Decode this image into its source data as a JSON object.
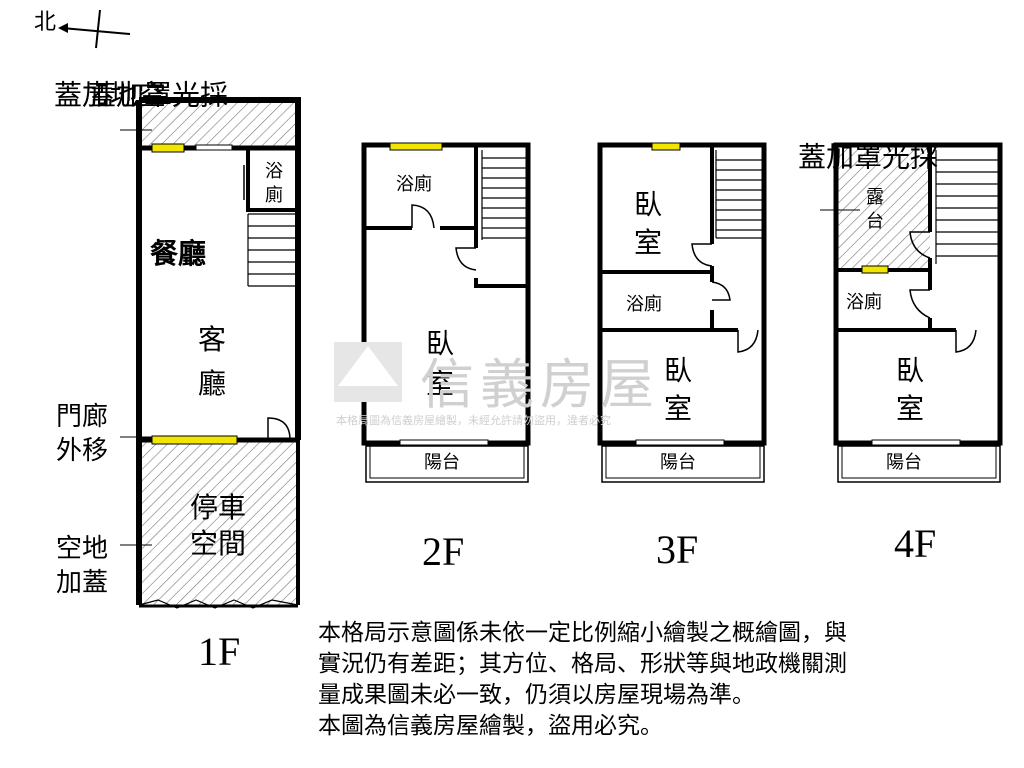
{
  "compass": {
    "label": "北"
  },
  "floors": {
    "f1": {
      "label": "1F",
      "rooms": {
        "bath": "浴\n廁",
        "dining": "餐廳",
        "living": "客\n廳",
        "parking": "停車\n空間"
      },
      "side_notes": {
        "skylight": "採\n光\n罩\n加\n蓋",
        "open_space_top": "空\n地\n加\n蓋",
        "porch": "門廊\n外移",
        "open_space_bottom": "空地\n加蓋"
      }
    },
    "f2": {
      "label": "2F",
      "rooms": {
        "bath": "浴廁",
        "bedroom": "臥\n室",
        "balcony": "陽台"
      }
    },
    "f3": {
      "label": "3F",
      "rooms": {
        "bedroom_a": "臥\n室",
        "bath": "浴廁",
        "bedroom_b": "臥\n室",
        "balcony": "陽台"
      }
    },
    "f4": {
      "label": "4F",
      "rooms": {
        "terrace": "露\n台",
        "bath": "浴廁",
        "bedroom": "臥\n室",
        "balcony": "陽台"
      },
      "side_notes": {
        "skylight": "採\n光\n罩\n加\n蓋"
      }
    }
  },
  "watermark": {
    "brand": "信義房屋",
    "notice": "本格局圖為信義房屋繪製，未經允許請勿盜用，違者必究"
  },
  "disclaimer": {
    "lines": [
      "本格局示意圖係未依一定比例縮小繪製之概繪圖，與",
      "實況仍有差距；其方位、格局、形狀等與地政機關測",
      "量成果圖未必一致，仍須以房屋現場為準。",
      "本圖為信義房屋繪製，盜用必究。"
    ]
  }
}
